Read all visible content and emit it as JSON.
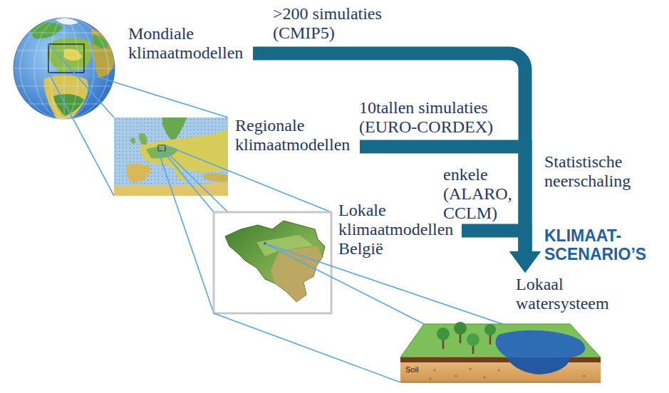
{
  "diagram": {
    "nodes": [
      {
        "text": [
          "Mondiale klimaatmodellen"
        ]
      },
      {
        "text": [
          "Regionale klimaatmodellen"
        ]
      },
      {
        "text": [
          "Lokale klimaatmodellen België"
        ]
      },
      {
        "text": [
          "Lokaal watersysteem"
        ]
      }
    ],
    "edges": [
      {
        "from": 0,
        "to": 3,
        "arrow": "to",
        "label": ">200 simulaties (CMIP5)"
      },
      {
        "from": 1,
        "to": 3,
        "arrow": "to",
        "label": "10tallen simulaties (EURO-CORDEX)"
      },
      {
        "from": 2,
        "to": 3,
        "arrow": "to",
        "label": "enkele (ALARO, CCLM)"
      }
    ],
    "labels": [
      "Statistische neerschaling",
      "KLIMAAT- SCENARIO’S",
      "Soil"
    ]
  }
}
